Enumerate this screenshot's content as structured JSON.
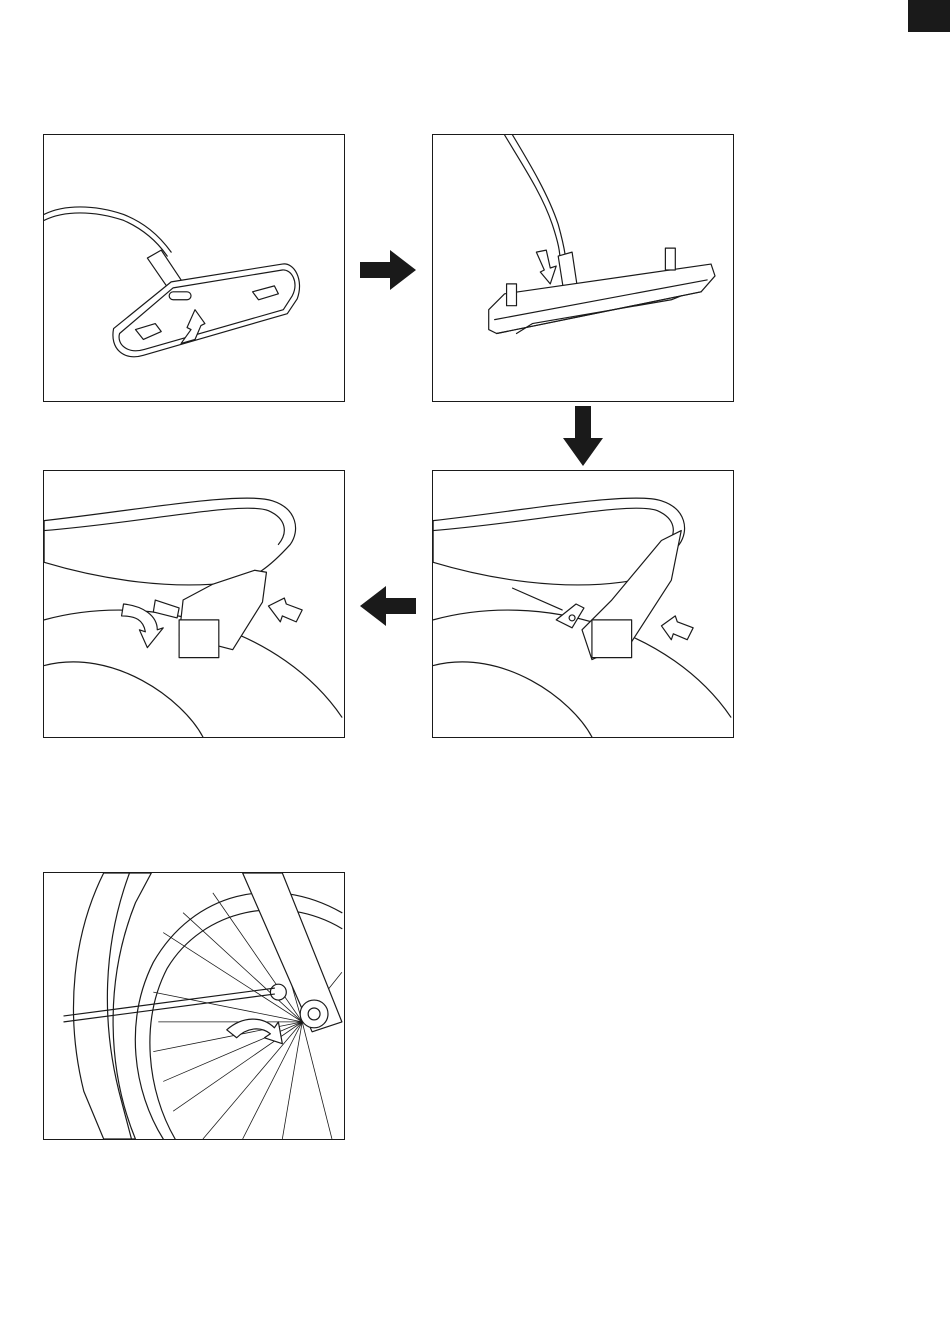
{
  "figures": [
    {
      "id": "step-1",
      "subject": "light-unit-underside"
    },
    {
      "id": "step-2",
      "subject": "light-unit-mounted"
    },
    {
      "id": "step-3",
      "subject": "bracket-screw-tighten"
    },
    {
      "id": "step-4",
      "subject": "light-on-fender"
    },
    {
      "id": "step-5",
      "subject": "front-wheel-hub-cable"
    }
  ],
  "colors": {
    "ink": "#1a1a1a",
    "paper": "#ffffff"
  }
}
